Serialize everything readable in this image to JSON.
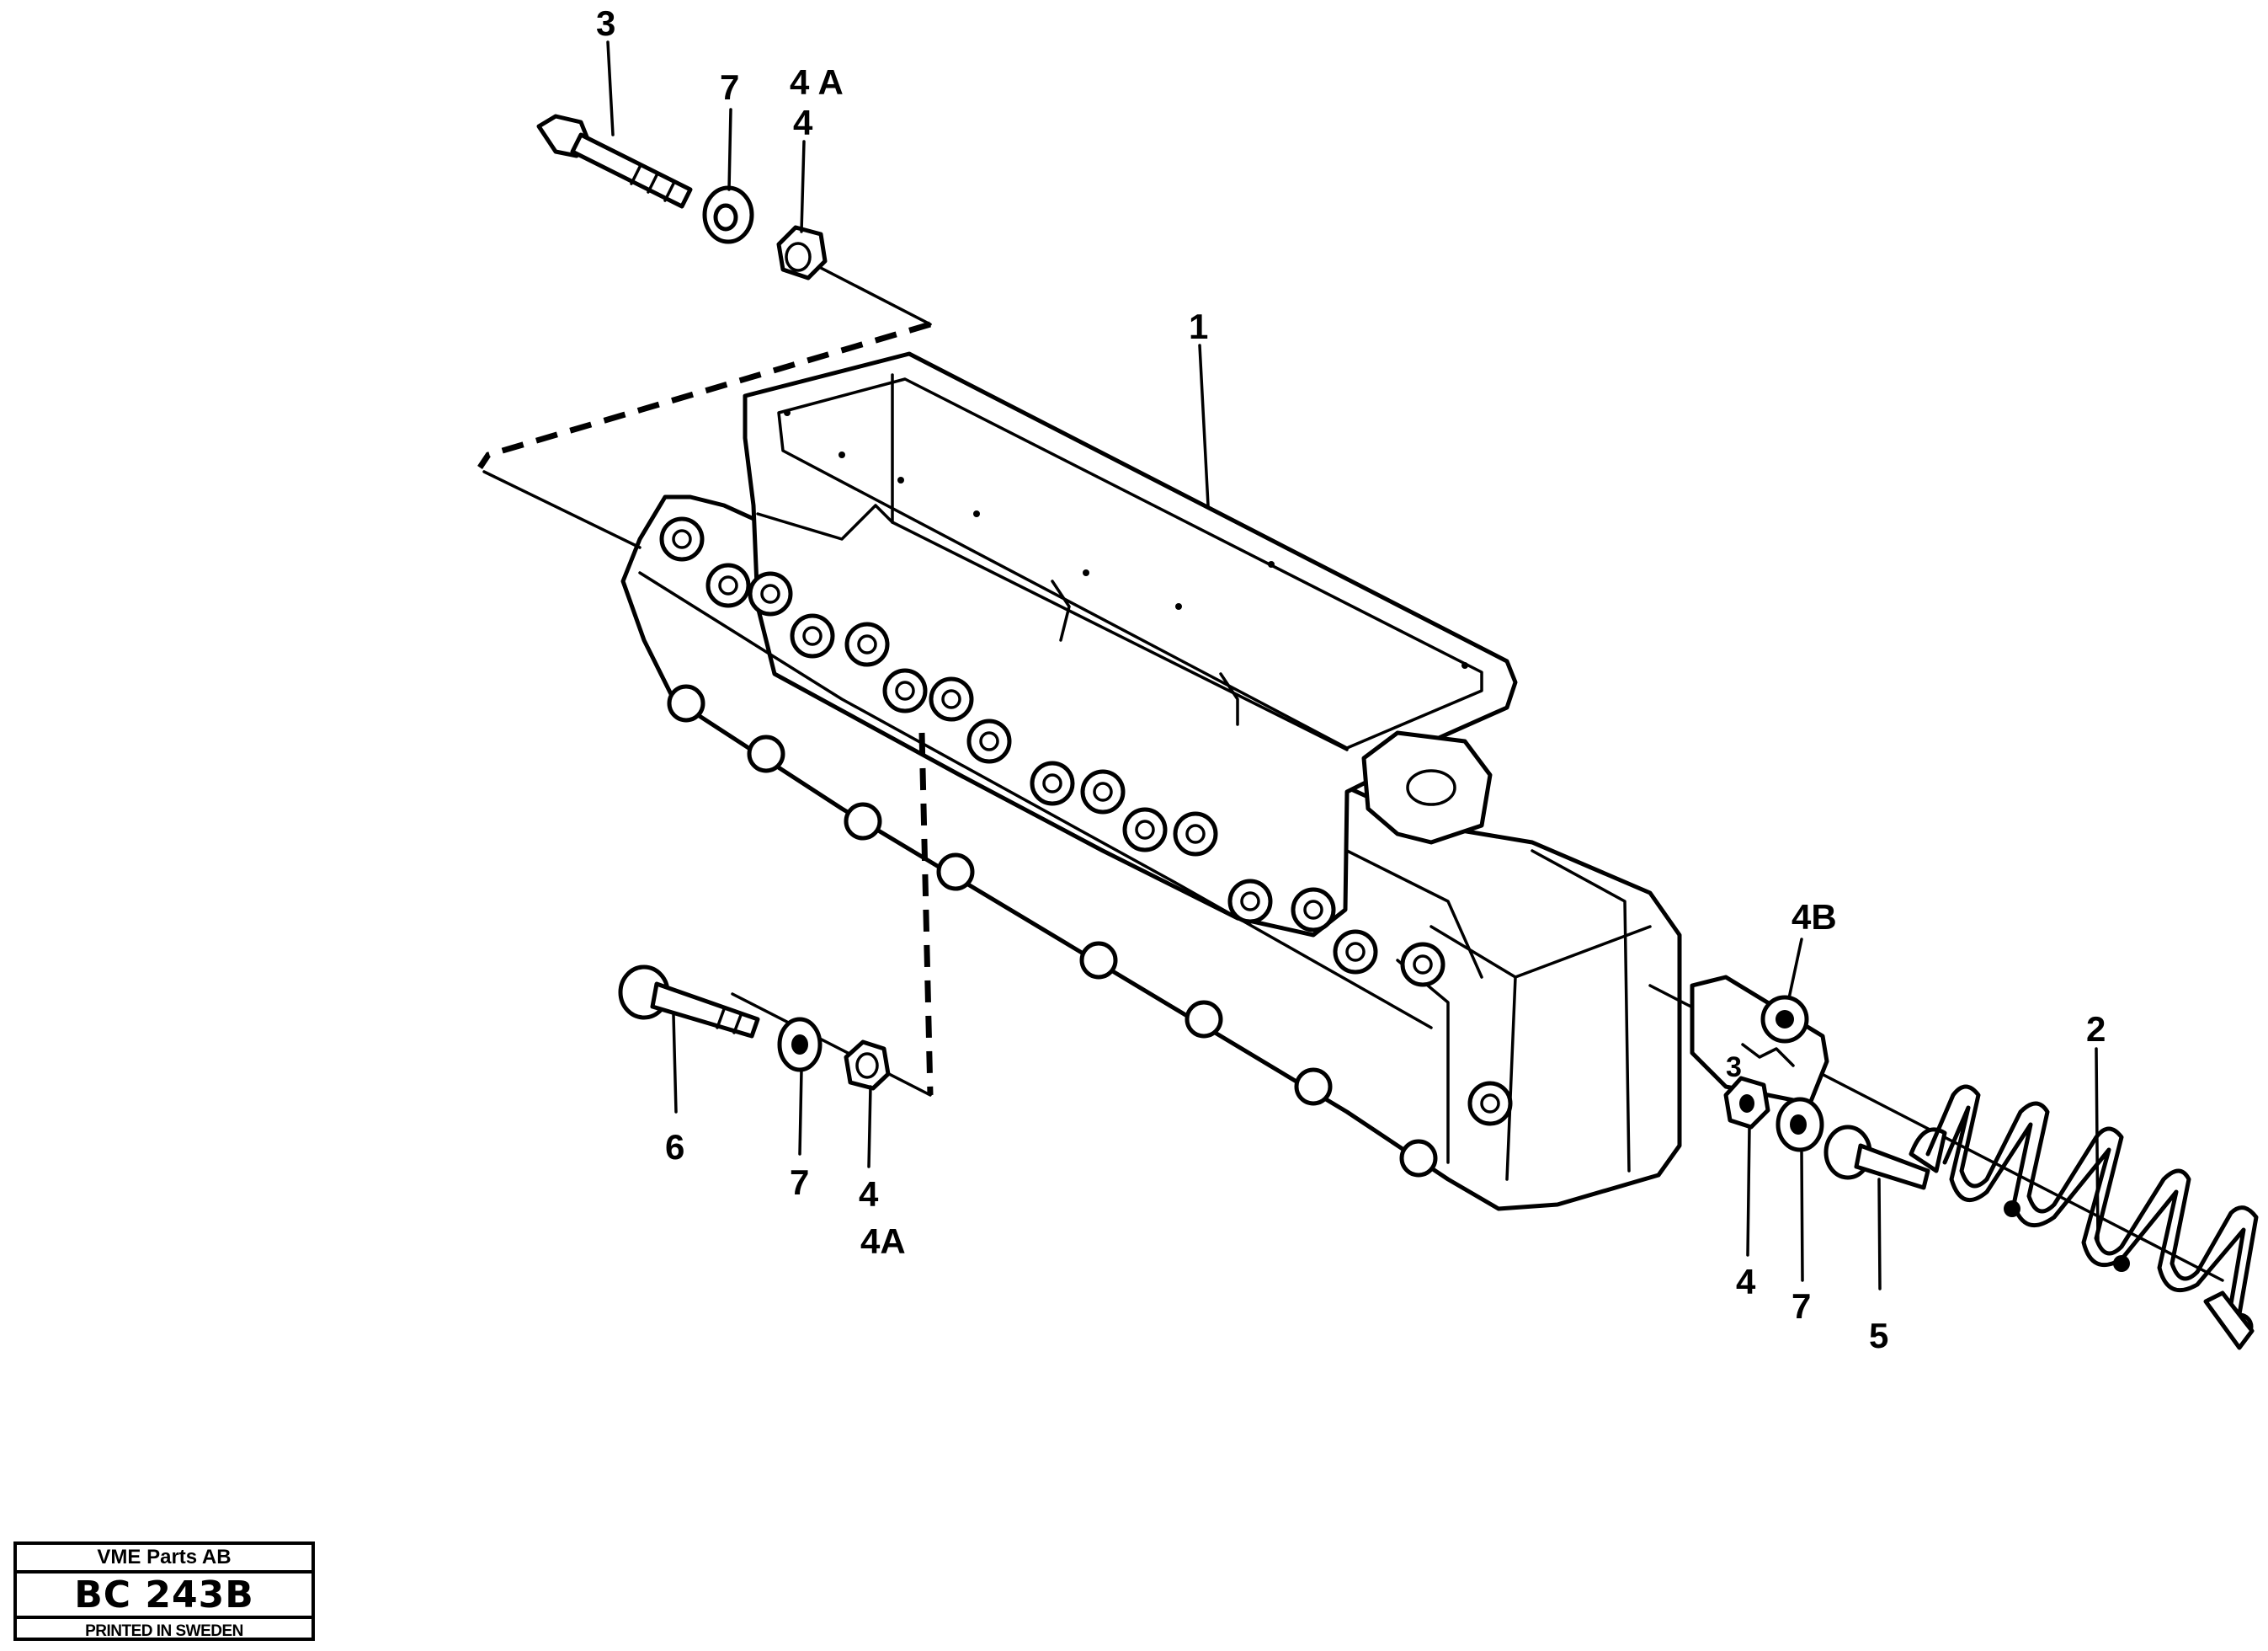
{
  "callouts": {
    "part1": "1",
    "part2": "2",
    "part3_top": "3",
    "part3_right": "3",
    "part4_top": "4",
    "part4A_top": "4 A",
    "part4_left": "4",
    "part4A_left": "4A",
    "part4_right": "4",
    "part4B": "4B",
    "part5": "5",
    "part6": "6",
    "part7_top": "7",
    "part7_left": "7",
    "part7_right": "7"
  },
  "title_block": {
    "company": "VME Parts AB",
    "code": "BC 243B",
    "footer": "PRINTED IN SWEDEN"
  }
}
